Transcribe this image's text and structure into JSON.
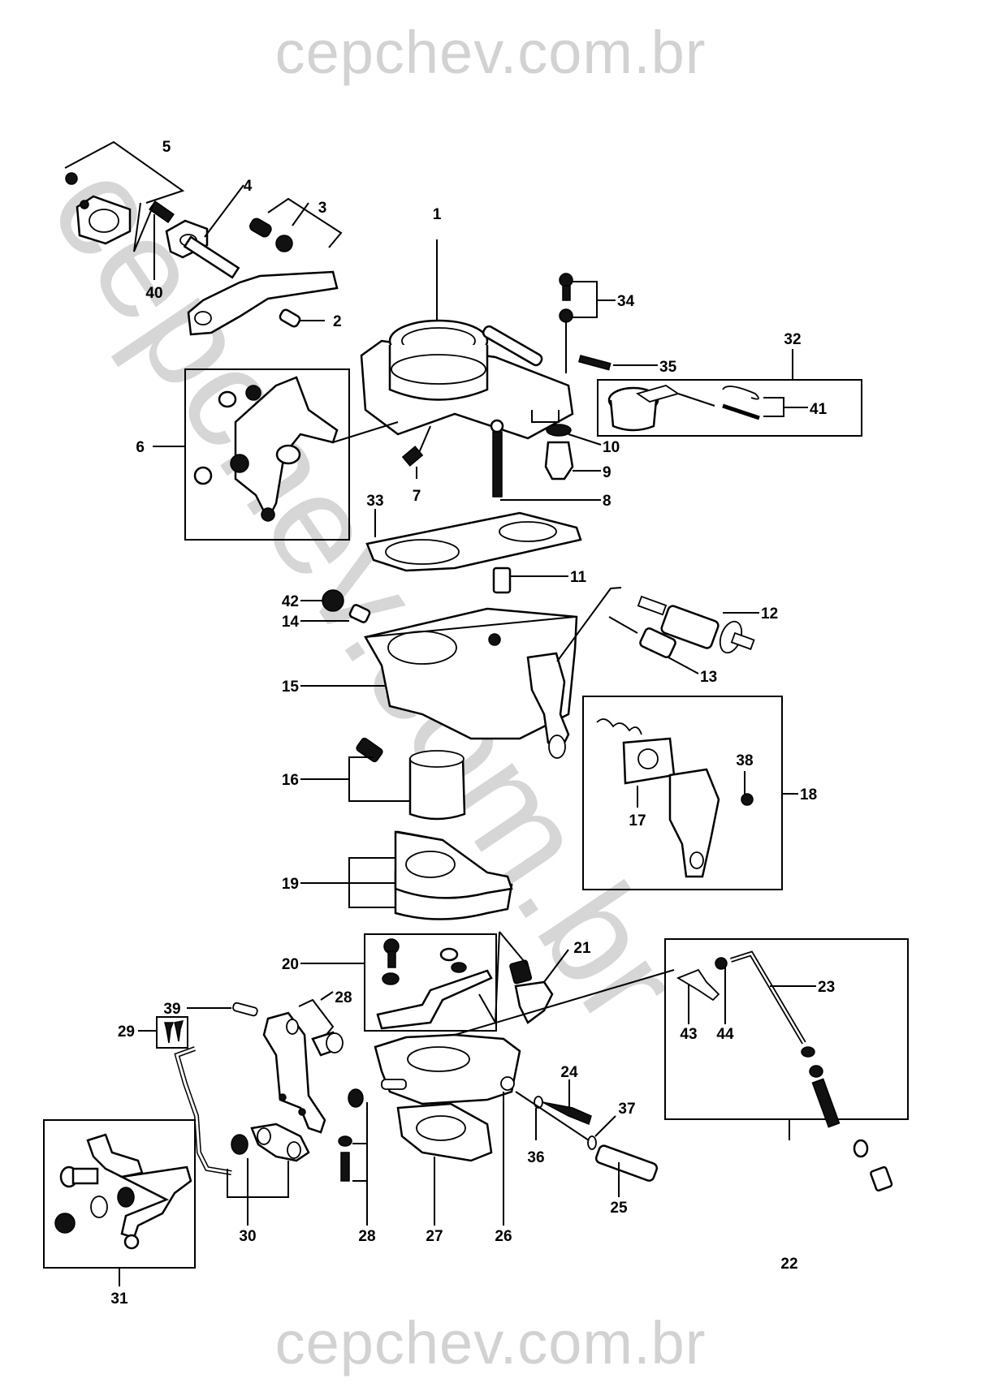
{
  "watermark": {
    "top": "cepchev.com.br",
    "bottom": "cepchev.com.br",
    "diagonal": "cepchev.com.br"
  },
  "diagram": {
    "title": "Carburetor exploded view",
    "callouts": [
      {
        "id": "1"
      },
      {
        "id": "2"
      },
      {
        "id": "3"
      },
      {
        "id": "4"
      },
      {
        "id": "5"
      },
      {
        "id": "6"
      },
      {
        "id": "7"
      },
      {
        "id": "8"
      },
      {
        "id": "9"
      },
      {
        "id": "10"
      },
      {
        "id": "11"
      },
      {
        "id": "12"
      },
      {
        "id": "13"
      },
      {
        "id": "14"
      },
      {
        "id": "15"
      },
      {
        "id": "16"
      },
      {
        "id": "17"
      },
      {
        "id": "18"
      },
      {
        "id": "19"
      },
      {
        "id": "20"
      },
      {
        "id": "21"
      },
      {
        "id": "22"
      },
      {
        "id": "23"
      },
      {
        "id": "24"
      },
      {
        "id": "25"
      },
      {
        "id": "26"
      },
      {
        "id": "27"
      },
      {
        "id": "28"
      },
      {
        "id": "28b",
        "text": "28"
      },
      {
        "id": "29"
      },
      {
        "id": "30"
      },
      {
        "id": "31"
      },
      {
        "id": "32"
      },
      {
        "id": "33"
      },
      {
        "id": "34"
      },
      {
        "id": "35"
      },
      {
        "id": "36"
      },
      {
        "id": "37"
      },
      {
        "id": "38"
      },
      {
        "id": "39"
      },
      {
        "id": "40"
      },
      {
        "id": "41"
      },
      {
        "id": "42"
      },
      {
        "id": "43"
      },
      {
        "id": "44"
      }
    ],
    "labels": {
      "l1": "1",
      "l2": "2",
      "l3": "3",
      "l4": "4",
      "l5": "5",
      "l6": "6",
      "l7": "7",
      "l8": "8",
      "l9": "9",
      "l10": "10",
      "l11": "11",
      "l12": "12",
      "l13": "13",
      "l14": "14",
      "l15": "15",
      "l16": "16",
      "l17": "17",
      "l18": "18",
      "l19": "19",
      "l20": "20",
      "l21": "21",
      "l22": "22",
      "l23": "23",
      "l24": "24",
      "l25": "25",
      "l26": "26",
      "l27": "27",
      "l28a": "28",
      "l28b": "28",
      "l29": "29",
      "l30": "30",
      "l31": "31",
      "l32": "32",
      "l33": "33",
      "l34": "34",
      "l35": "35",
      "l36": "36",
      "l37": "37",
      "l38": "38",
      "l39": "39",
      "l40": "40",
      "l41": "41",
      "l42": "42",
      "l43": "43",
      "l44": "44"
    }
  }
}
